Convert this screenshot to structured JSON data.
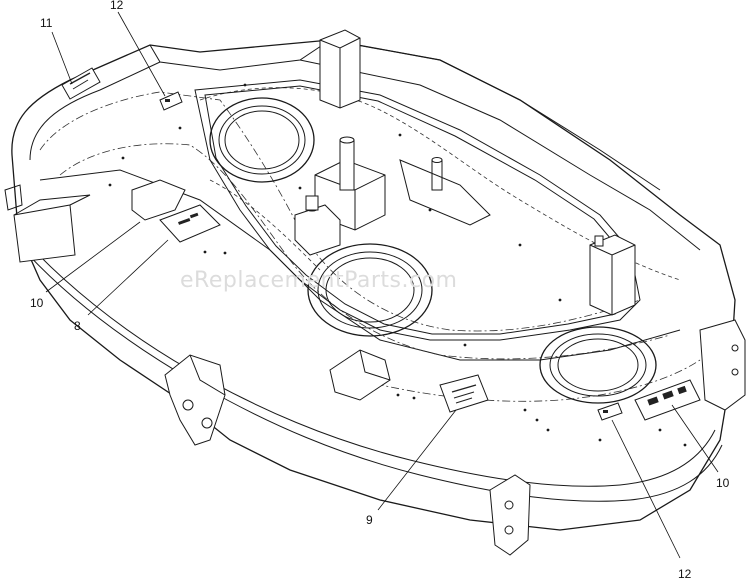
{
  "watermark": "eReplacementParts.com",
  "callouts": [
    {
      "id": "c11-top",
      "label": "11"
    },
    {
      "id": "c12-top",
      "label": "12"
    },
    {
      "id": "c10-left",
      "label": "10"
    },
    {
      "id": "c8-left",
      "label": "8"
    },
    {
      "id": "c9-bottom",
      "label": "9"
    },
    {
      "id": "c10-right",
      "label": "10"
    },
    {
      "id": "c12-bottom",
      "label": "12"
    }
  ]
}
